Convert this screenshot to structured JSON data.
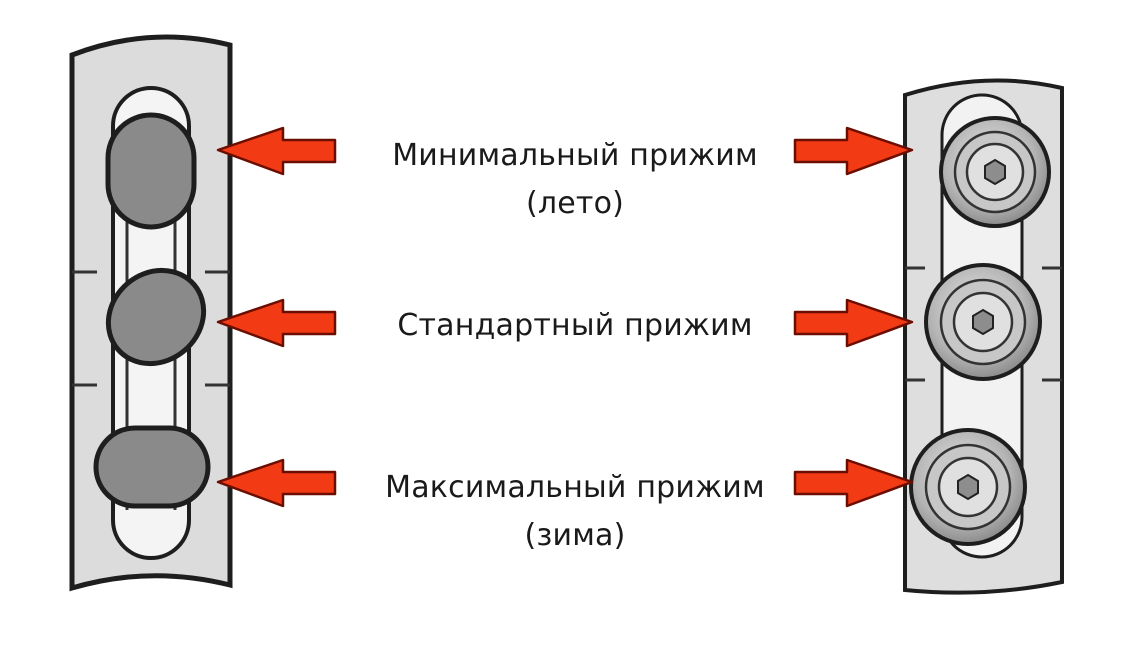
{
  "labels": {
    "min": {
      "line1": "Минимальный прижим",
      "line2": "(лето)"
    },
    "std": {
      "line1": "Стандартный прижим"
    },
    "max": {
      "line1": "Максимальный прижим",
      "line2": "(зима)"
    }
  },
  "colors": {
    "arrow": "#f23b14",
    "arrow_outline": "#6b0e00",
    "plate": "#dedede",
    "outline": "#1e1e1e",
    "cam": "#8a8a8a",
    "roller": "#b9b9b9"
  },
  "icons": {
    "left_part": "eccentric-cam-plate",
    "right_part": "roller-plate"
  }
}
